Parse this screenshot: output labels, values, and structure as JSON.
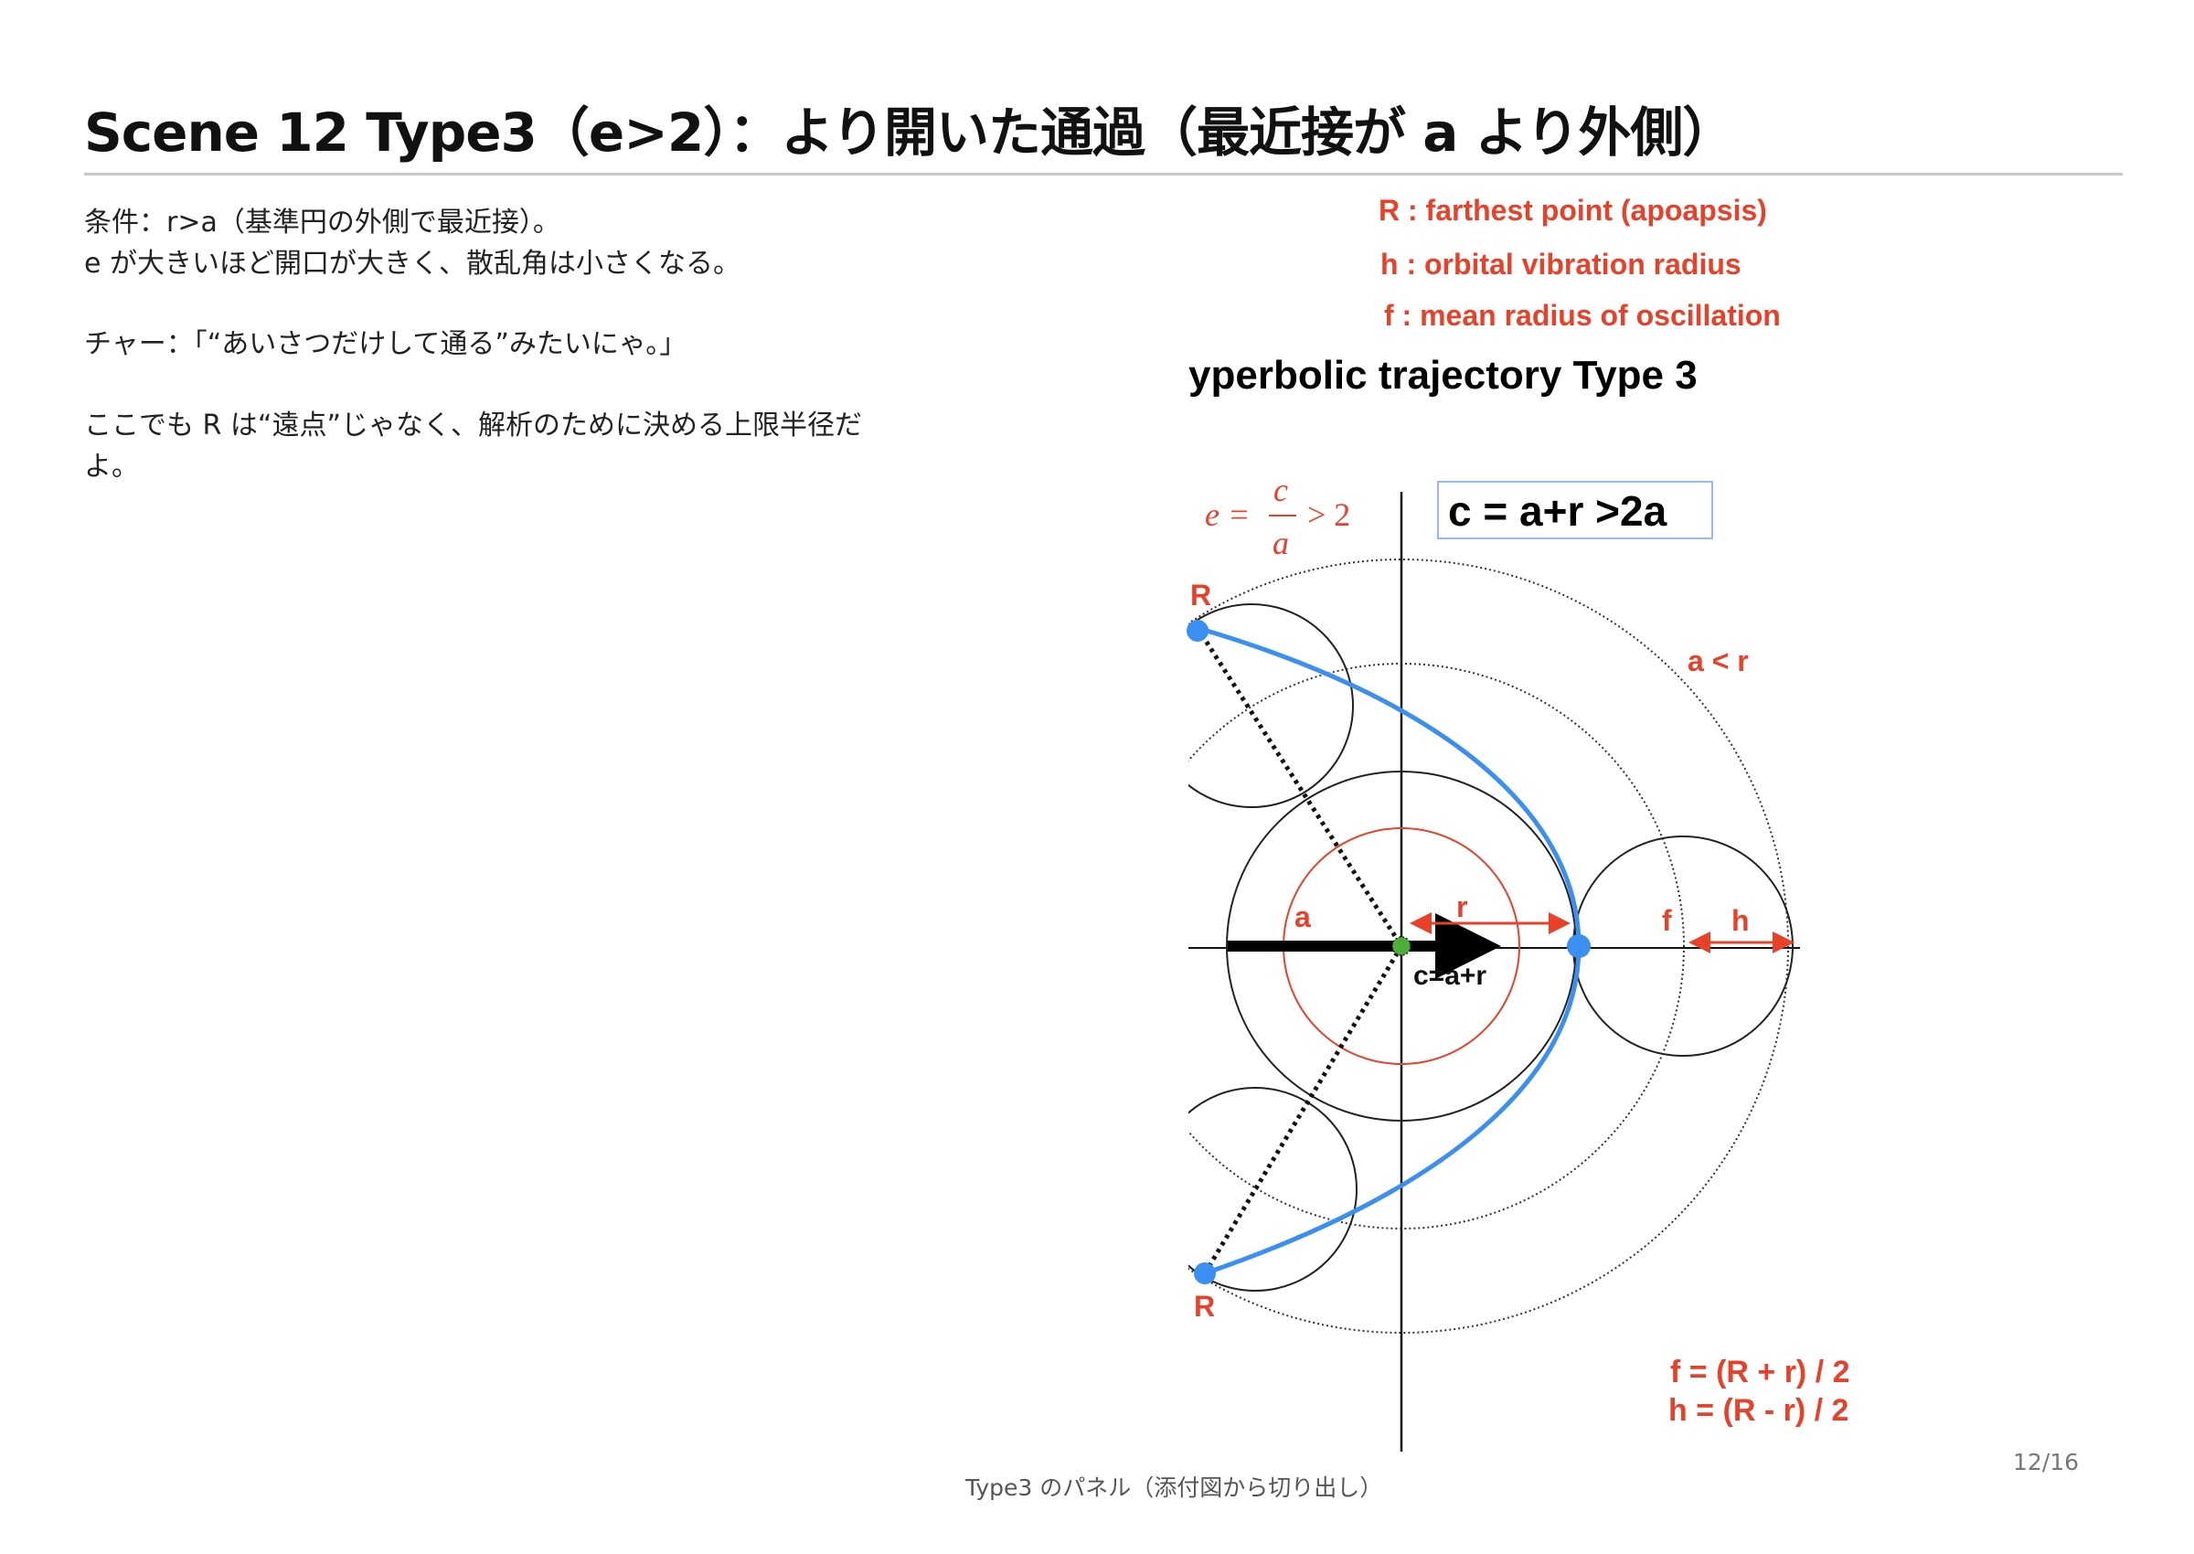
{
  "title": "Scene 12  Type3（e>2）：より開いた通過（最近接が a より外側）",
  "body": {
    "line1": "条件：r>a（基準円の外側で最近接）。",
    "line2": "e が大きいほど開口が大きく、散乱角は小さくなる。",
    "line3": "チャー：「“あいさつだけして通る”みたいにゃ。」",
    "line4": "ここでも R は“遠点”じゃなく、解析のために決める上限半径だ",
    "line5": "よ。"
  },
  "figure": {
    "legend_R": "R : farthest point (apoapsis)",
    "legend_h": "h : orbital vibration radius",
    "legend_f": "f : mean radius of oscillation",
    "heading": "yperbolic trajectory Type 3",
    "eccentricity_e": "e =",
    "eccentricity_c": "c",
    "eccentricity_a": "a",
    "eccentricity_rhs": "> 2",
    "c_box": "c = a+r >2a",
    "label_R_top": "R",
    "label_R_bottom": "R",
    "label_a": "a",
    "label_r": "r",
    "label_c": "c=a+r",
    "label_a_lt_r": "a < r",
    "label_f": "f",
    "label_h": "h",
    "formula_f": "f = (R + r) / 2",
    "formula_h": "h = (R - r) / 2",
    "colors": {
      "red": "#e8412a",
      "blue": "#3b8ff0",
      "green": "#4caf3a"
    }
  },
  "caption": "Type3 のパネル（添付図から切り出し）",
  "page": "12/16"
}
